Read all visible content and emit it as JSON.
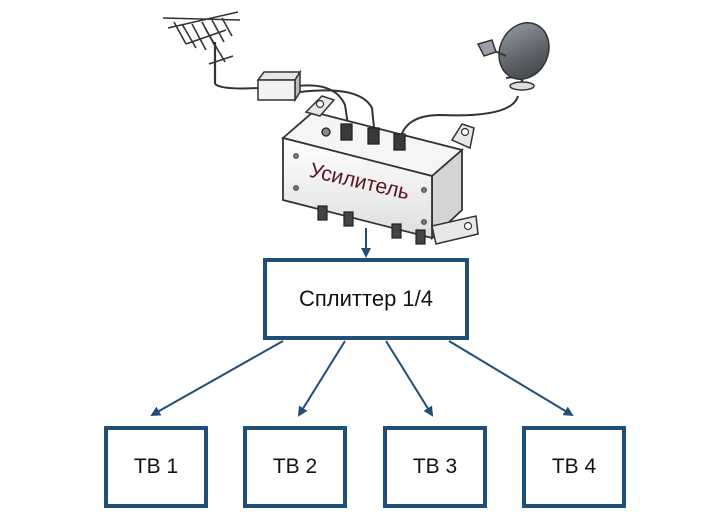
{
  "amplifier": {
    "label": "Усилитель"
  },
  "splitter": {
    "label": "Сплиттер 1/4"
  },
  "tvs": [
    {
      "label": "ТВ 1"
    },
    {
      "label": "ТВ 2"
    },
    {
      "label": "ТВ 3"
    },
    {
      "label": "ТВ 4"
    }
  ],
  "colors": {
    "box_border": "#1f4e79",
    "arrow": "#1f4e79",
    "device_body": "#eeeeee",
    "device_outline": "#333333",
    "amplifier_label": "#5a1620"
  },
  "icons": {
    "antenna": "tv-antenna-icon",
    "dish": "satellite-dish-icon",
    "power_supply": "power-supply-icon",
    "amplifier": "amplifier-device-icon"
  }
}
